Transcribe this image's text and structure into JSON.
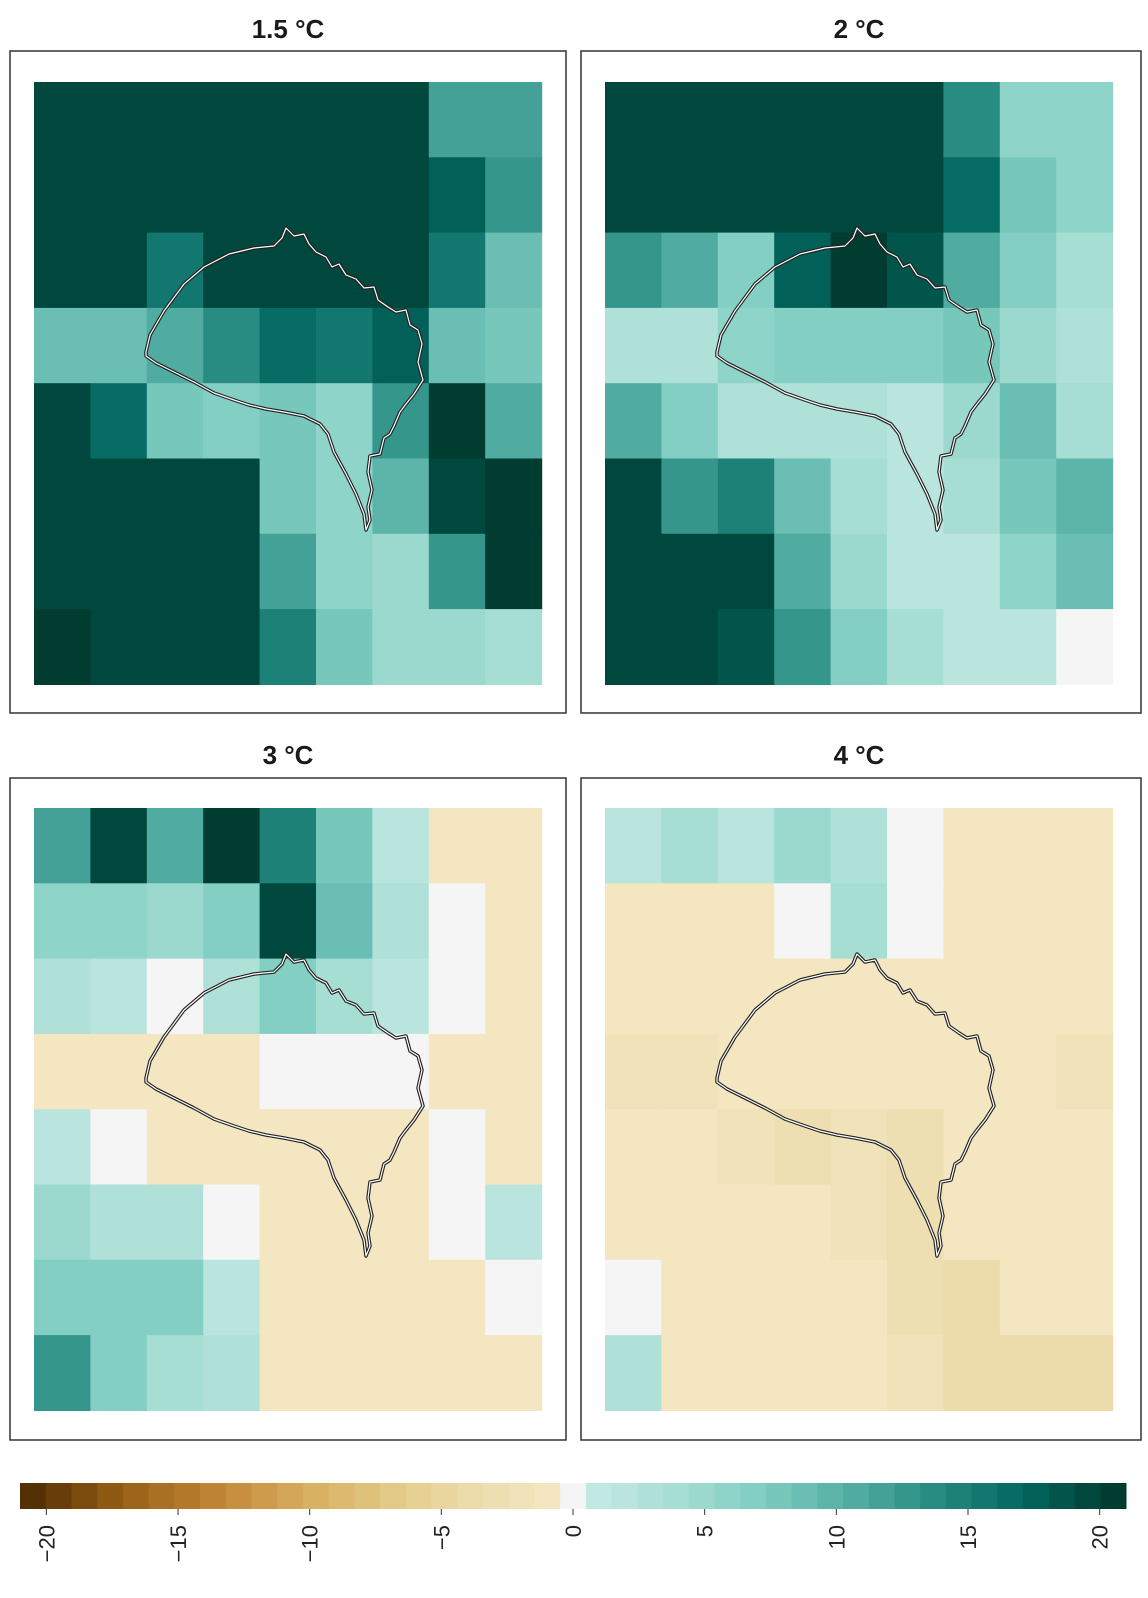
{
  "chart_data": {
    "type": "heatmap",
    "panels": [
      {
        "title": "1.5 °C",
        "values": [
          [
            20,
            20,
            20,
            20,
            20,
            20,
            20,
            12,
            12
          ],
          [
            20,
            20,
            20,
            20,
            20,
            20,
            20,
            18,
            13
          ],
          [
            20,
            20,
            16,
            20,
            20,
            20,
            20,
            16,
            9
          ],
          [
            9,
            9,
            11,
            14,
            17,
            16,
            18,
            9,
            8
          ],
          [
            20,
            17,
            8,
            7,
            8,
            6,
            13,
            21,
            11
          ],
          [
            20,
            20,
            20,
            20,
            8,
            6,
            10,
            20,
            21
          ],
          [
            20,
            20,
            20,
            20,
            12,
            6,
            5,
            13,
            21
          ],
          [
            21,
            20,
            20,
            20,
            15,
            8,
            5,
            5,
            4
          ]
        ]
      },
      {
        "title": "2 °C",
        "values": [
          [
            20,
            20,
            20,
            20,
            20,
            20,
            14,
            6,
            6
          ],
          [
            20,
            20,
            20,
            20,
            20,
            20,
            17,
            8,
            6
          ],
          [
            13,
            11,
            7,
            18,
            21,
            19,
            11,
            7,
            4
          ],
          [
            3,
            3,
            6,
            7,
            7,
            7,
            8,
            5,
            3
          ],
          [
            11,
            7,
            3,
            3,
            3,
            2,
            5,
            9,
            4
          ],
          [
            20,
            13,
            15,
            9,
            4,
            2,
            4,
            8,
            10
          ],
          [
            20,
            20,
            20,
            11,
            5,
            2,
            2,
            6,
            9
          ],
          [
            20,
            20,
            19,
            13,
            7,
            4,
            2,
            2,
            0
          ]
        ]
      },
      {
        "title": "3 °C",
        "values": [
          [
            12,
            20,
            11,
            21,
            15,
            8,
            2,
            -1,
            -1
          ],
          [
            6,
            6,
            5,
            7,
            20,
            9,
            3,
            0,
            -1
          ],
          [
            3,
            2,
            0,
            3,
            7,
            4,
            2,
            0,
            -1
          ],
          [
            -1,
            -1,
            -1,
            -1,
            0,
            0,
            0,
            -1,
            -1
          ],
          [
            2,
            0,
            -1,
            -1,
            -1,
            -1,
            -1,
            0,
            -1
          ],
          [
            5,
            3,
            3,
            0,
            -1,
            -1,
            -1,
            0,
            2
          ],
          [
            7,
            7,
            7,
            2,
            -1,
            -1,
            -1,
            -1,
            0
          ],
          [
            13,
            7,
            4,
            3,
            -1,
            -1,
            -1,
            -1,
            -1
          ]
        ]
      },
      {
        "title": "4 °C",
        "values": [
          [
            2,
            4,
            2,
            5,
            3,
            0,
            -1,
            -1,
            -1
          ],
          [
            -1,
            -1,
            -1,
            0,
            4,
            0,
            -1,
            -1,
            -1
          ],
          [
            -1,
            -1,
            -1,
            -1,
            -1,
            -1,
            -1,
            -1,
            -1
          ],
          [
            -2,
            -2,
            -1,
            -1,
            -1,
            -1,
            -1,
            -1,
            -2
          ],
          [
            -1,
            -1,
            -2,
            -3,
            -2,
            -3,
            -1,
            -1,
            -1
          ],
          [
            -1,
            -1,
            -1,
            -1,
            -2,
            -3,
            -1,
            -1,
            -1
          ],
          [
            0,
            -1,
            -1,
            -1,
            -1,
            -3,
            -4,
            -1,
            -1
          ],
          [
            3,
            -1,
            -1,
            -1,
            -1,
            -2,
            -4,
            -4,
            -4
          ]
        ]
      }
    ],
    "colorbar": {
      "range": [
        -21,
        21
      ],
      "ticks": [
        -20,
        -15,
        -10,
        -5,
        0,
        5,
        10,
        15,
        20
      ],
      "colors_negative_end": "#543005",
      "colors_zero": "#f5f5f5",
      "colors_positive_end": "#003c30",
      "orientation": "horizontal",
      "position": "bottom"
    }
  }
}
